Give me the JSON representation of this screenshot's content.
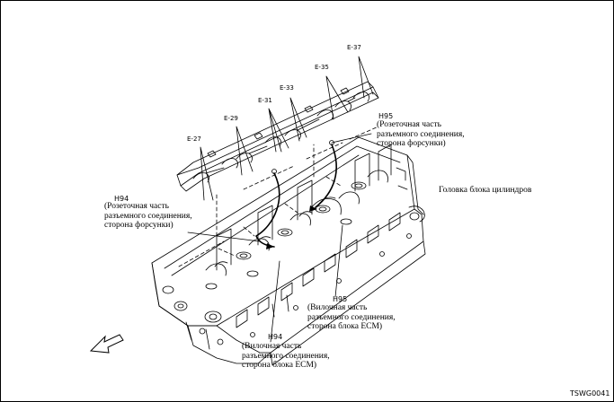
{
  "figure_code": "TSWG0041",
  "harness_labels": [
    "E-27",
    "E-29",
    "E-31",
    "E-33",
    "E-35",
    "E-37"
  ],
  "part_label": "Головка блока цилиндров",
  "callouts": {
    "h95_upper": {
      "code": "H95",
      "caption": "(Розеточная часть\nразъемного соединения,\nсторона форсунки)"
    },
    "h94_upper": {
      "code": "H94",
      "caption": "(Розеточная часть\nразъемного соединения,\nсторона форсунки)"
    },
    "h95_lower": {
      "code": "H95",
      "caption": "(Вилочная часть\nразъемного соединения,\nсторона блока ECM)"
    },
    "h94_lower": {
      "code": "H94",
      "caption": "(Вилочная часть\nразъемного соединения,\nсторона блока ECM)"
    }
  },
  "front_arrow_icon": "front-direction-arrow-icon"
}
